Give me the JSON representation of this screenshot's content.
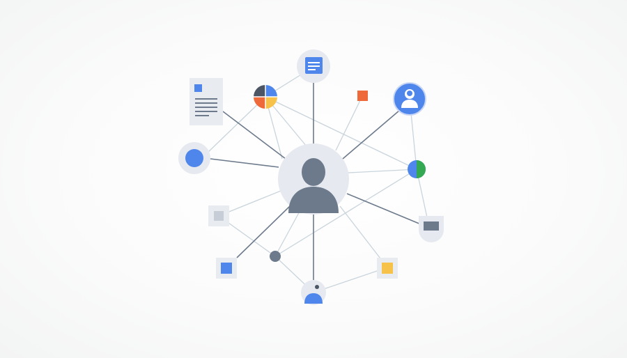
{
  "diagram": {
    "center": {
      "icon": "person-icon"
    },
    "nodes": [
      {
        "name": "node-document-panel",
        "icon": "document-icon"
      },
      {
        "name": "node-calendar-card",
        "icon": "calendar-card-icon"
      },
      {
        "name": "node-pie-chart",
        "icon": "pie-chart-icon"
      },
      {
        "name": "node-orange-square",
        "icon": "orange-square-icon"
      },
      {
        "name": "node-user-avatar",
        "icon": "user-avatar-icon"
      },
      {
        "name": "node-blue-circle",
        "icon": "blue-circle-icon"
      },
      {
        "name": "node-green-blue-dot",
        "icon": "two-tone-dot-icon"
      },
      {
        "name": "node-gray-square",
        "icon": "gray-square-icon"
      },
      {
        "name": "node-monitor",
        "icon": "monitor-icon"
      },
      {
        "name": "node-small-dot",
        "icon": "dot-icon"
      },
      {
        "name": "node-blue-square",
        "icon": "blue-square-icon"
      },
      {
        "name": "node-yellow-square",
        "icon": "yellow-square-icon"
      },
      {
        "name": "node-profile-circle",
        "icon": "profile-icon"
      }
    ],
    "colors": {
      "blue": "#4f86ec",
      "slate": "#6c7a8c",
      "orange": "#ef6a3a",
      "yellow": "#f7c24a",
      "green": "#34a853",
      "disc": "#e6e9ef"
    }
  }
}
